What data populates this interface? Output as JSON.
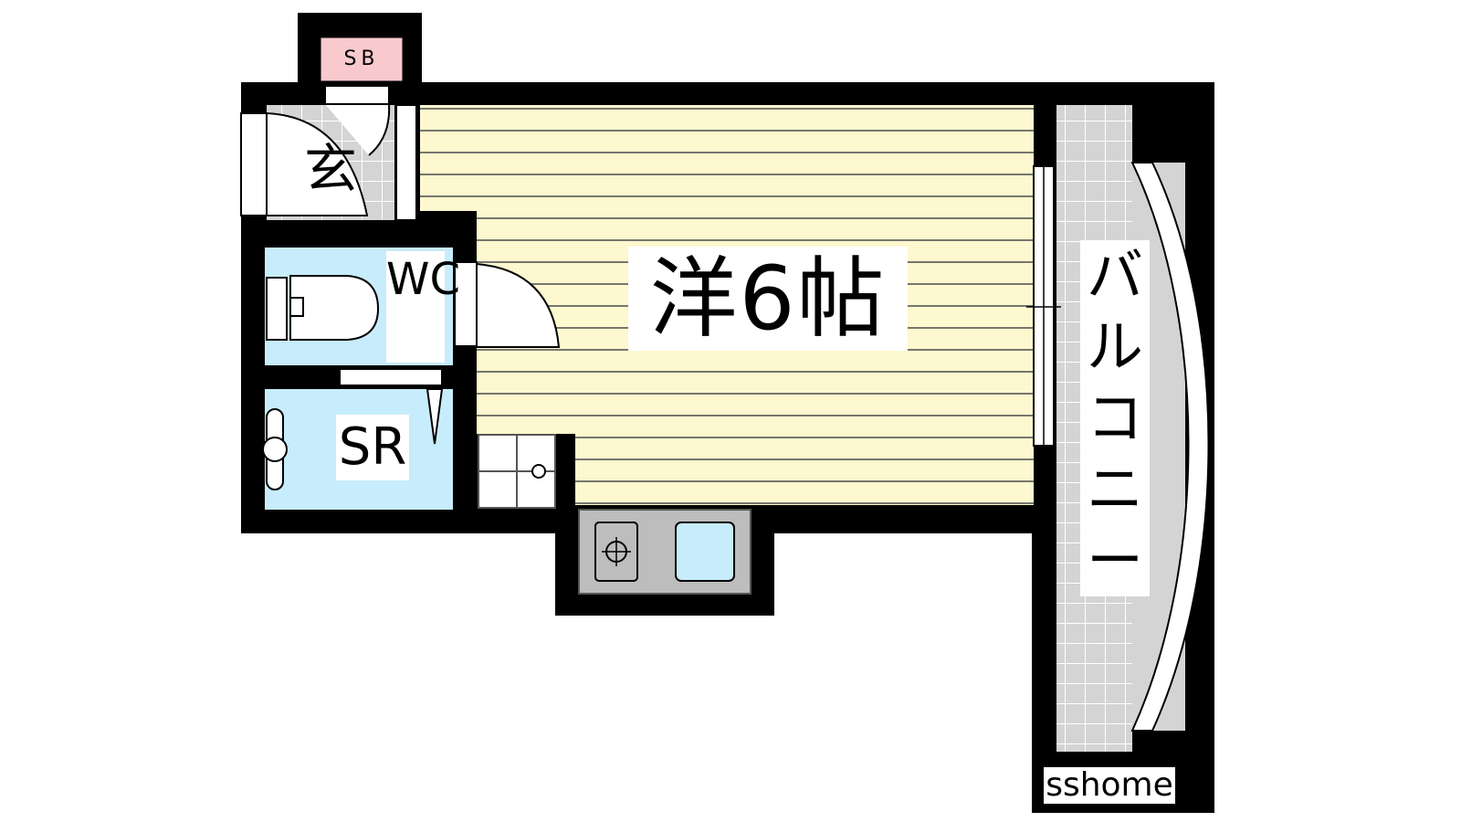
{
  "rooms": {
    "main": "洋6帖",
    "entrance": "玄",
    "toilet": "WC",
    "storage": "SR",
    "shoe_box": "SB",
    "balcony": "バルコニー"
  },
  "watermark": "sshome",
  "colors": {
    "wall": "#000000",
    "flooring": "#fdf8cf",
    "wet_area": "#c7ecfb",
    "tile": "#d4d4d4",
    "shoe_box": "#f8c9cd",
    "kitchen_counter": "#bdbdbd"
  }
}
